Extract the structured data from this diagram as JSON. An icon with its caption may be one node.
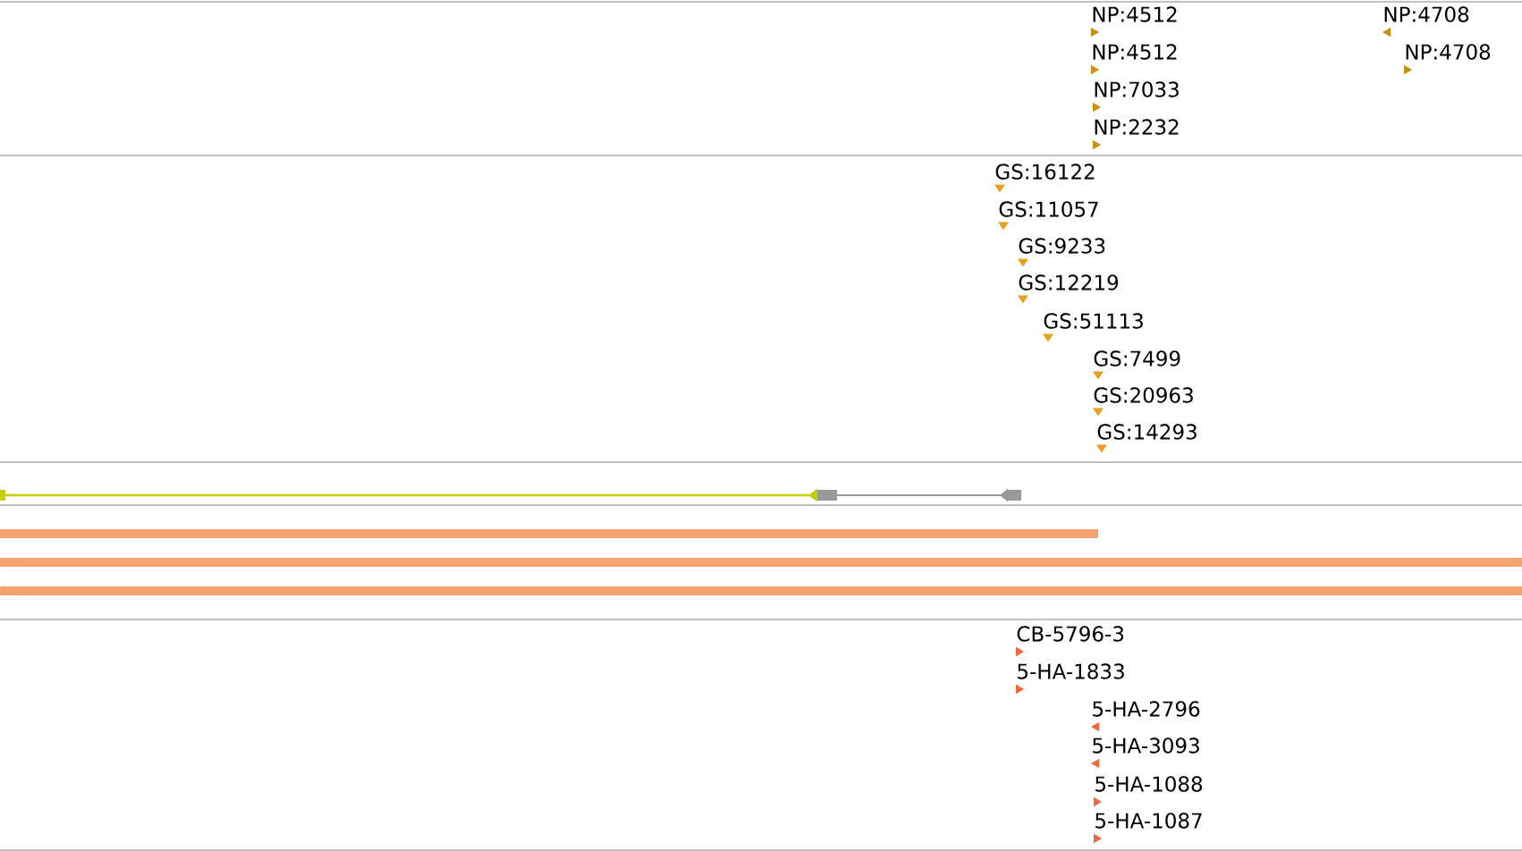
{
  "diagram": {
    "labels": [
      "NP:4512",
      "NP:4708",
      "NP:4512",
      "NP:4708",
      "NP:7033",
      "NP:2232",
      "GS:16122",
      "GS:11057",
      "GS:9233",
      "GS:12219",
      "GS:51113",
      "GS:7499",
      "GS:20963",
      "GS:14293",
      "CB-5796-3",
      "5-HA-1833",
      "5-HA-2796",
      "5-HA-3093",
      "5-HA-1088",
      "5-HA-1087"
    ]
  }
}
